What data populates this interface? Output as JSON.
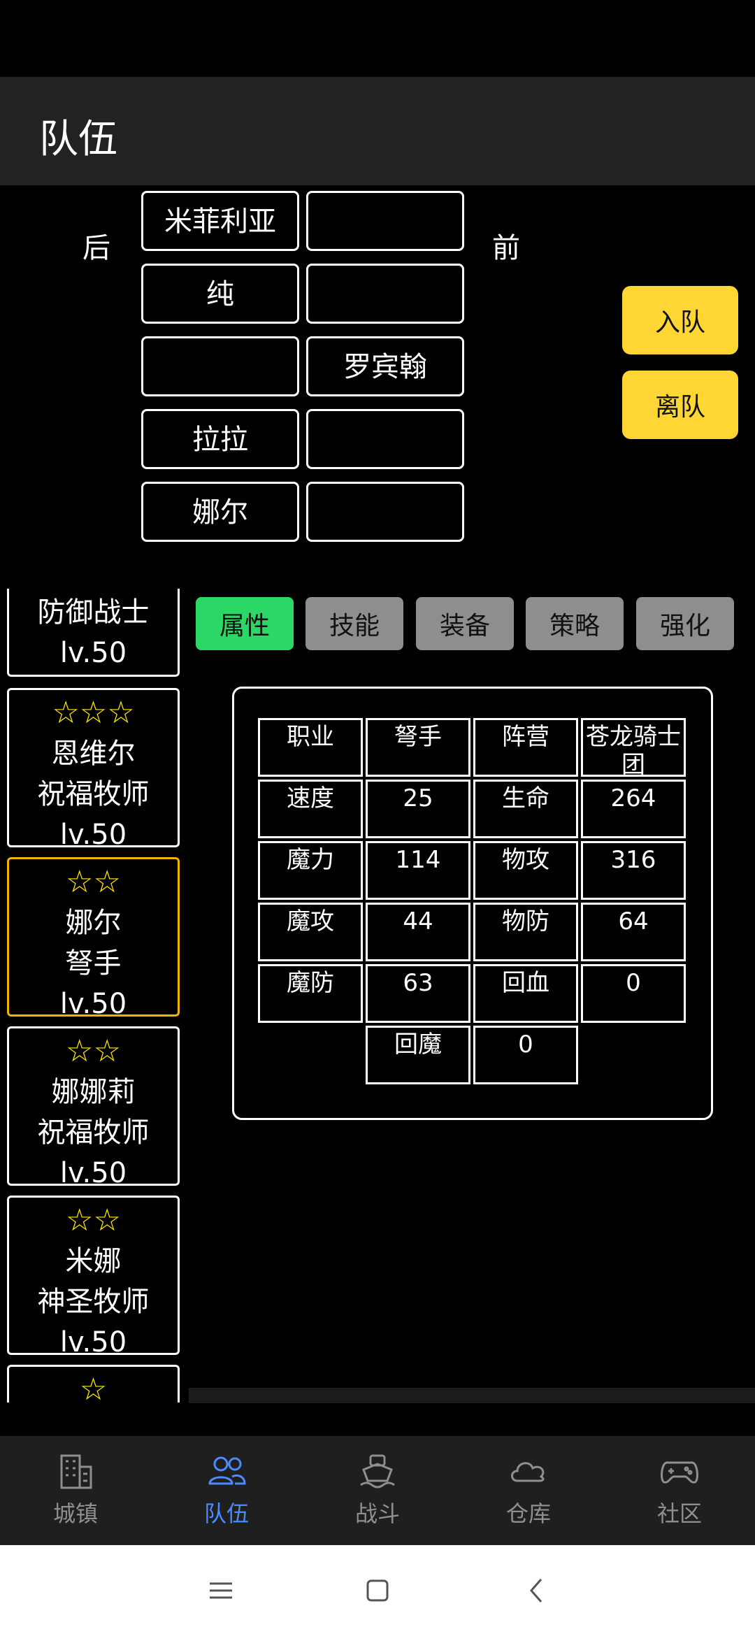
{
  "header": {
    "title": "队伍"
  },
  "formation": {
    "back_label": "后",
    "front_label": "前",
    "rows": [
      [
        "米菲利亚",
        ""
      ],
      [
        "纯",
        ""
      ],
      [
        "",
        "罗宾翰"
      ],
      [
        "拉拉",
        ""
      ],
      [
        "娜尔",
        ""
      ]
    ],
    "join_label": "入队",
    "leave_label": "离队"
  },
  "roster": [
    {
      "stars": "",
      "name": "",
      "class": "防御战士",
      "level": "lv.50",
      "selected": false
    },
    {
      "stars": "☆☆☆",
      "name": "恩维尔",
      "class": "祝福牧师",
      "level": "lv.50",
      "selected": false
    },
    {
      "stars": "☆☆",
      "name": "娜尔",
      "class": "弩手",
      "level": "lv.50",
      "selected": true
    },
    {
      "stars": "☆☆",
      "name": "娜娜莉",
      "class": "祝福牧师",
      "level": "lv.50",
      "selected": false
    },
    {
      "stars": "☆☆",
      "name": "米娜",
      "class": "神圣牧师",
      "level": "lv.50",
      "selected": false
    },
    {
      "stars": "☆",
      "name": "",
      "class": "",
      "level": "",
      "selected": false
    }
  ],
  "tabs": [
    "属性",
    "技能",
    "装备",
    "策略",
    "强化"
  ],
  "stats": {
    "rows": [
      [
        "职业",
        "弩手",
        "阵营",
        "苍龙骑士团"
      ],
      [
        "速度",
        "25",
        "生命",
        "264"
      ],
      [
        "魔力",
        "114",
        "物攻",
        "316"
      ],
      [
        "魔攻",
        "44",
        "物防",
        "64"
      ],
      [
        "魔防",
        "63",
        "回血",
        "0"
      ]
    ],
    "last_row": [
      "回魔",
      "0"
    ]
  },
  "nav": [
    {
      "label": "城镇",
      "icon": "building-icon",
      "active": false
    },
    {
      "label": "队伍",
      "icon": "team-icon",
      "active": true
    },
    {
      "label": "战斗",
      "icon": "ship-icon",
      "active": false
    },
    {
      "label": "仓库",
      "icon": "cloud-icon",
      "active": false
    },
    {
      "label": "社区",
      "icon": "gamepad-icon",
      "active": false
    }
  ],
  "colors": {
    "accent_yellow": "#ffd633",
    "tab_active": "#2bd866",
    "nav_active": "#4a8cff",
    "selected_border": "#f0b400"
  }
}
